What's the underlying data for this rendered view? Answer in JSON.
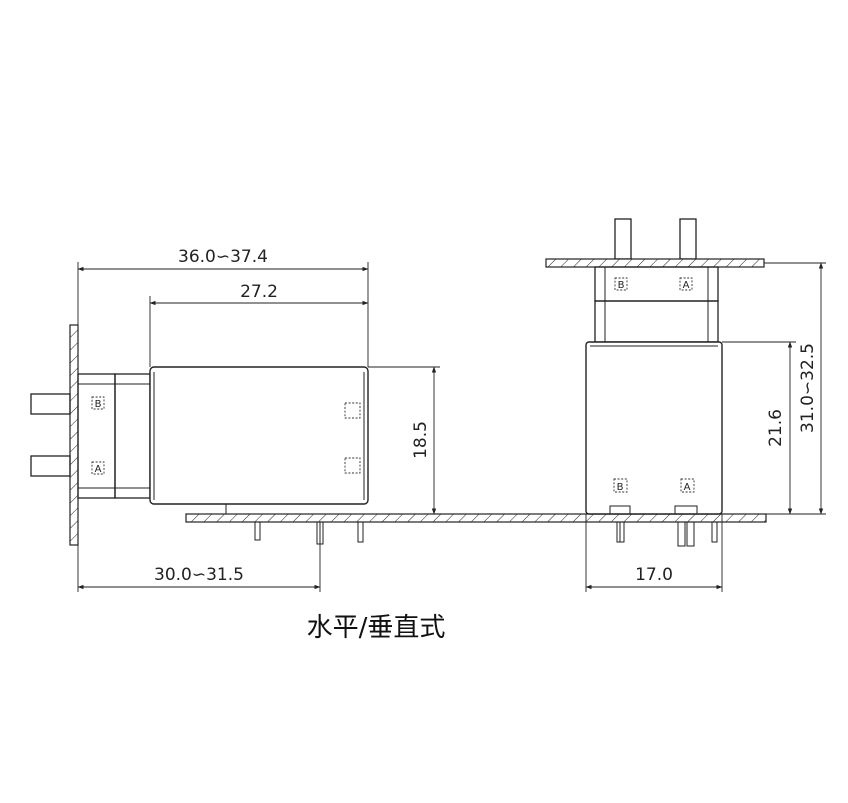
{
  "dimensions": {
    "horizontal_overall_length": "36.0∽37.4",
    "horizontal_body_length": "27.2",
    "horizontal_height": "18.5",
    "horizontal_pin_offset": "30.0∽31.5",
    "vertical_overall_height": "31.0∽32.5",
    "vertical_body_height": "21.6",
    "vertical_width": "17.0"
  },
  "terminal_marks": {
    "a": "A",
    "b": "B"
  },
  "caption": "水平/垂直式"
}
